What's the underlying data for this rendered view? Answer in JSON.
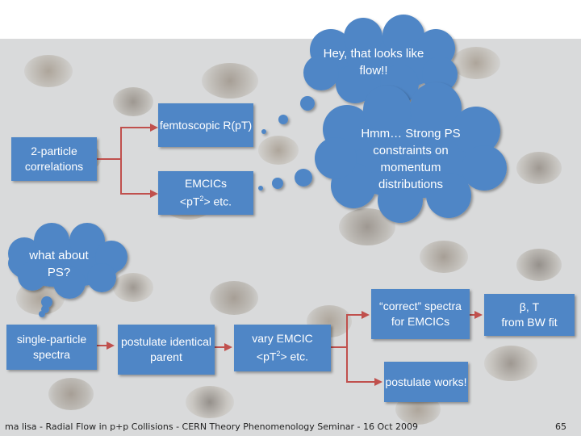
{
  "clouds": {
    "flow": "Hey, that looks like flow!!",
    "strong_ps": "Hmm… Strong PS constraints on momentum distributions",
    "what_ps": "what about PS?"
  },
  "boxes": {
    "two_particle": "2-particle correlations",
    "femtoscopic": "femtoscopic R(pT)",
    "emcics_line1": "EMCICs",
    "emcics_line2_prefix": "<pT",
    "emcics_line2_sup": "2",
    "emcics_line2_suffix": "> etc.",
    "single_particle": "single-particle spectra",
    "postulate_parent": "postulate identical parent",
    "vary_line1": "vary EMCIC",
    "vary_line2_prefix": "<pT",
    "vary_line2_sup": "2",
    "vary_line2_suffix": "> etc.",
    "correct_spectra": "“correct” spectra for EMCICs",
    "beta_t_line1": "β, T",
    "beta_t_line2": "from BW fit",
    "postulate_works": "postulate works!"
  },
  "footer": {
    "text": "ma lisa - Radial Flow in p+p Collisions - CERN Theory Phenomenology Seminar - 16 Oct 2009",
    "page_number": "65"
  },
  "colors": {
    "box": "#4f86c6",
    "arrow": "#c0504d",
    "cloud": "#4f86c6"
  }
}
